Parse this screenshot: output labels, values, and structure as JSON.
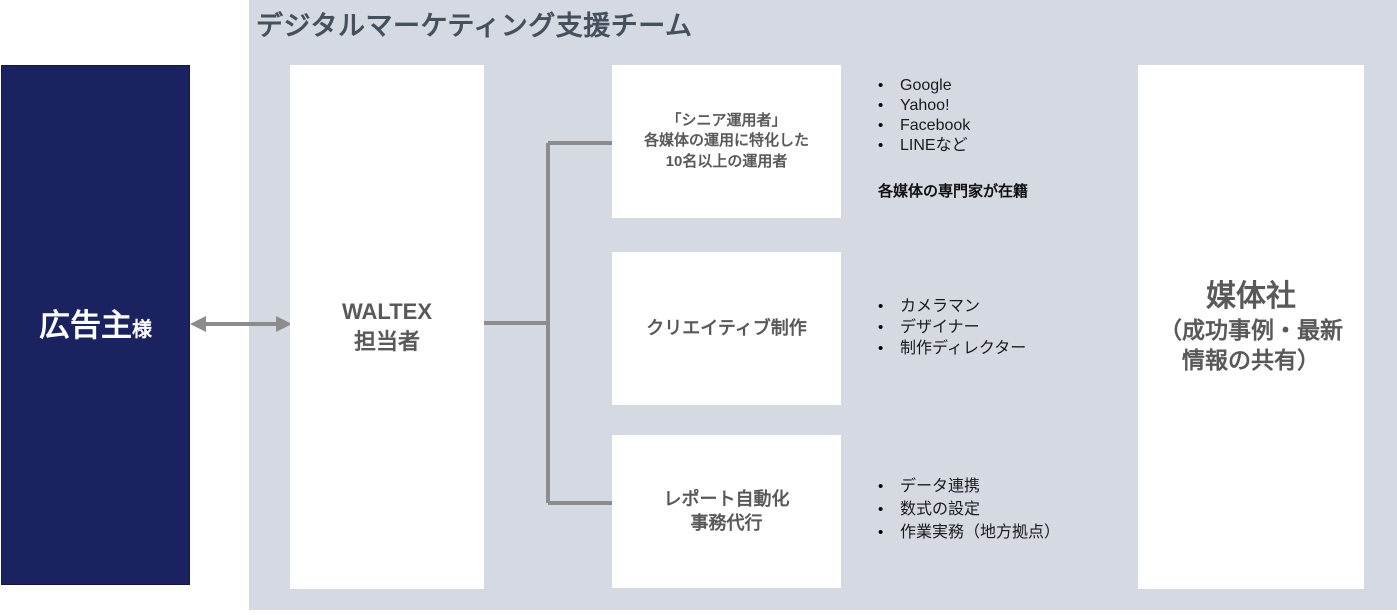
{
  "panel": {
    "title": "デジタルマーケティング支援チーム",
    "background_color": "#d4d9e2",
    "title_color": "#44505c"
  },
  "advertiser": {
    "label_main": "広告主",
    "label_suffix": "様",
    "background_color": "#1b2260",
    "text_color": "#ffffff"
  },
  "connector": {
    "arrow_name": "bidirectional-arrow",
    "line_color": "#8c8c8c"
  },
  "waltex": {
    "line1": "WALTEX",
    "line2": "担当者"
  },
  "functions": [
    {
      "id": "senior",
      "card_lines": [
        "「シニア運用者」",
        "各媒体の運用に特化した",
        "10名以上の運用者"
      ],
      "bullets": [
        "Google",
        "Yahoo!",
        "Facebook",
        "LINEなど"
      ],
      "note": "各媒体の専門家が在籍"
    },
    {
      "id": "creative",
      "card_lines": [
        "クリエイティブ制作"
      ],
      "bullets": [
        "カメラマン",
        "デザイナー",
        "制作ディレクター"
      ],
      "note": ""
    },
    {
      "id": "report",
      "card_lines": [
        "レポート自動化",
        "事務代行"
      ],
      "bullets": [
        "データ連携",
        "数式の設定",
        "作業実務（地方拠点）"
      ],
      "note": ""
    }
  ],
  "media": {
    "title": "媒体社",
    "sub_line1": "（成功事例・最新",
    "sub_line2": "情報の共有）"
  },
  "bullet_marker": "•"
}
